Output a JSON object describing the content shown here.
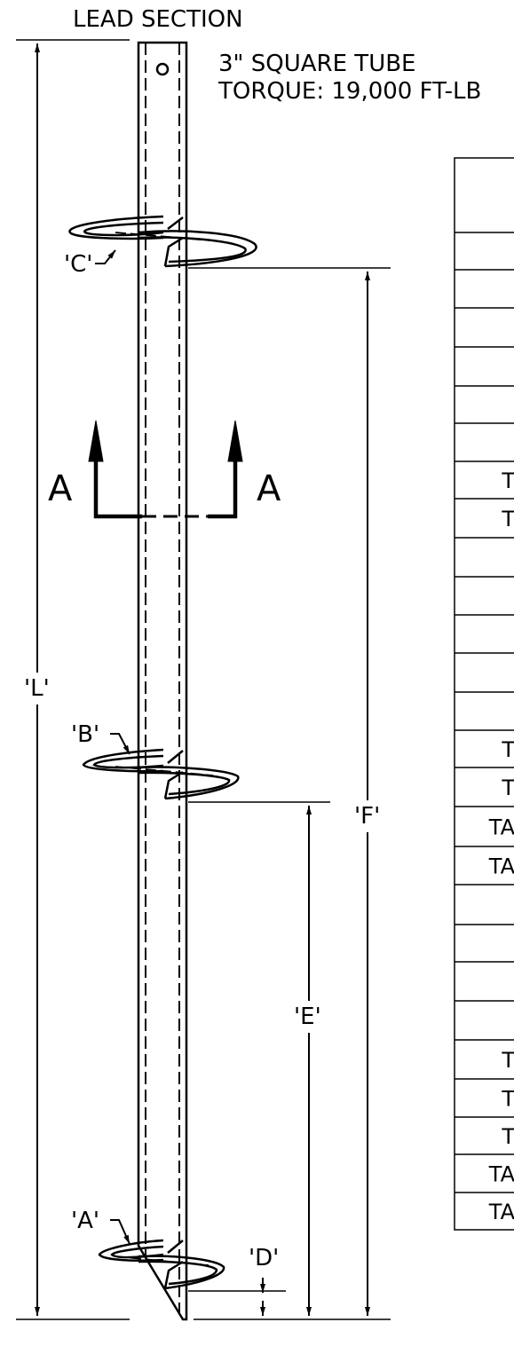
{
  "title": "LEAD SECTION",
  "notes": {
    "line1": "3\" SQUARE TUBE",
    "line2": "TORQUE: 19,000 FT-LB"
  },
  "section_marks": {
    "left": "A",
    "right": "A"
  },
  "helix_labels": {
    "a": "'A'",
    "b": "'B'",
    "c": "'C'"
  },
  "dimension_labels": {
    "l": "'L'",
    "f": "'F'",
    "e": "'E'",
    "d": "'D'"
  },
  "table": {
    "rows": [
      {
        "text": ""
      },
      {
        "text": ""
      },
      {
        "text": ""
      },
      {
        "text": ""
      },
      {
        "text": ""
      },
      {
        "text": ""
      },
      {
        "text": "T"
      },
      {
        "text": "T"
      },
      {
        "text": ""
      },
      {
        "text": ""
      },
      {
        "text": ""
      },
      {
        "text": ""
      },
      {
        "text": ""
      },
      {
        "text": "T"
      },
      {
        "text": "T"
      },
      {
        "text": "TA"
      },
      {
        "text": "TA"
      },
      {
        "text": ""
      },
      {
        "text": ""
      },
      {
        "text": ""
      },
      {
        "text": ""
      },
      {
        "text": "T"
      },
      {
        "text": "T"
      },
      {
        "text": "T"
      },
      {
        "text": "TA"
      },
      {
        "text": "TA"
      }
    ]
  },
  "colors": {
    "line": "#000000",
    "background": "#ffffff"
  }
}
